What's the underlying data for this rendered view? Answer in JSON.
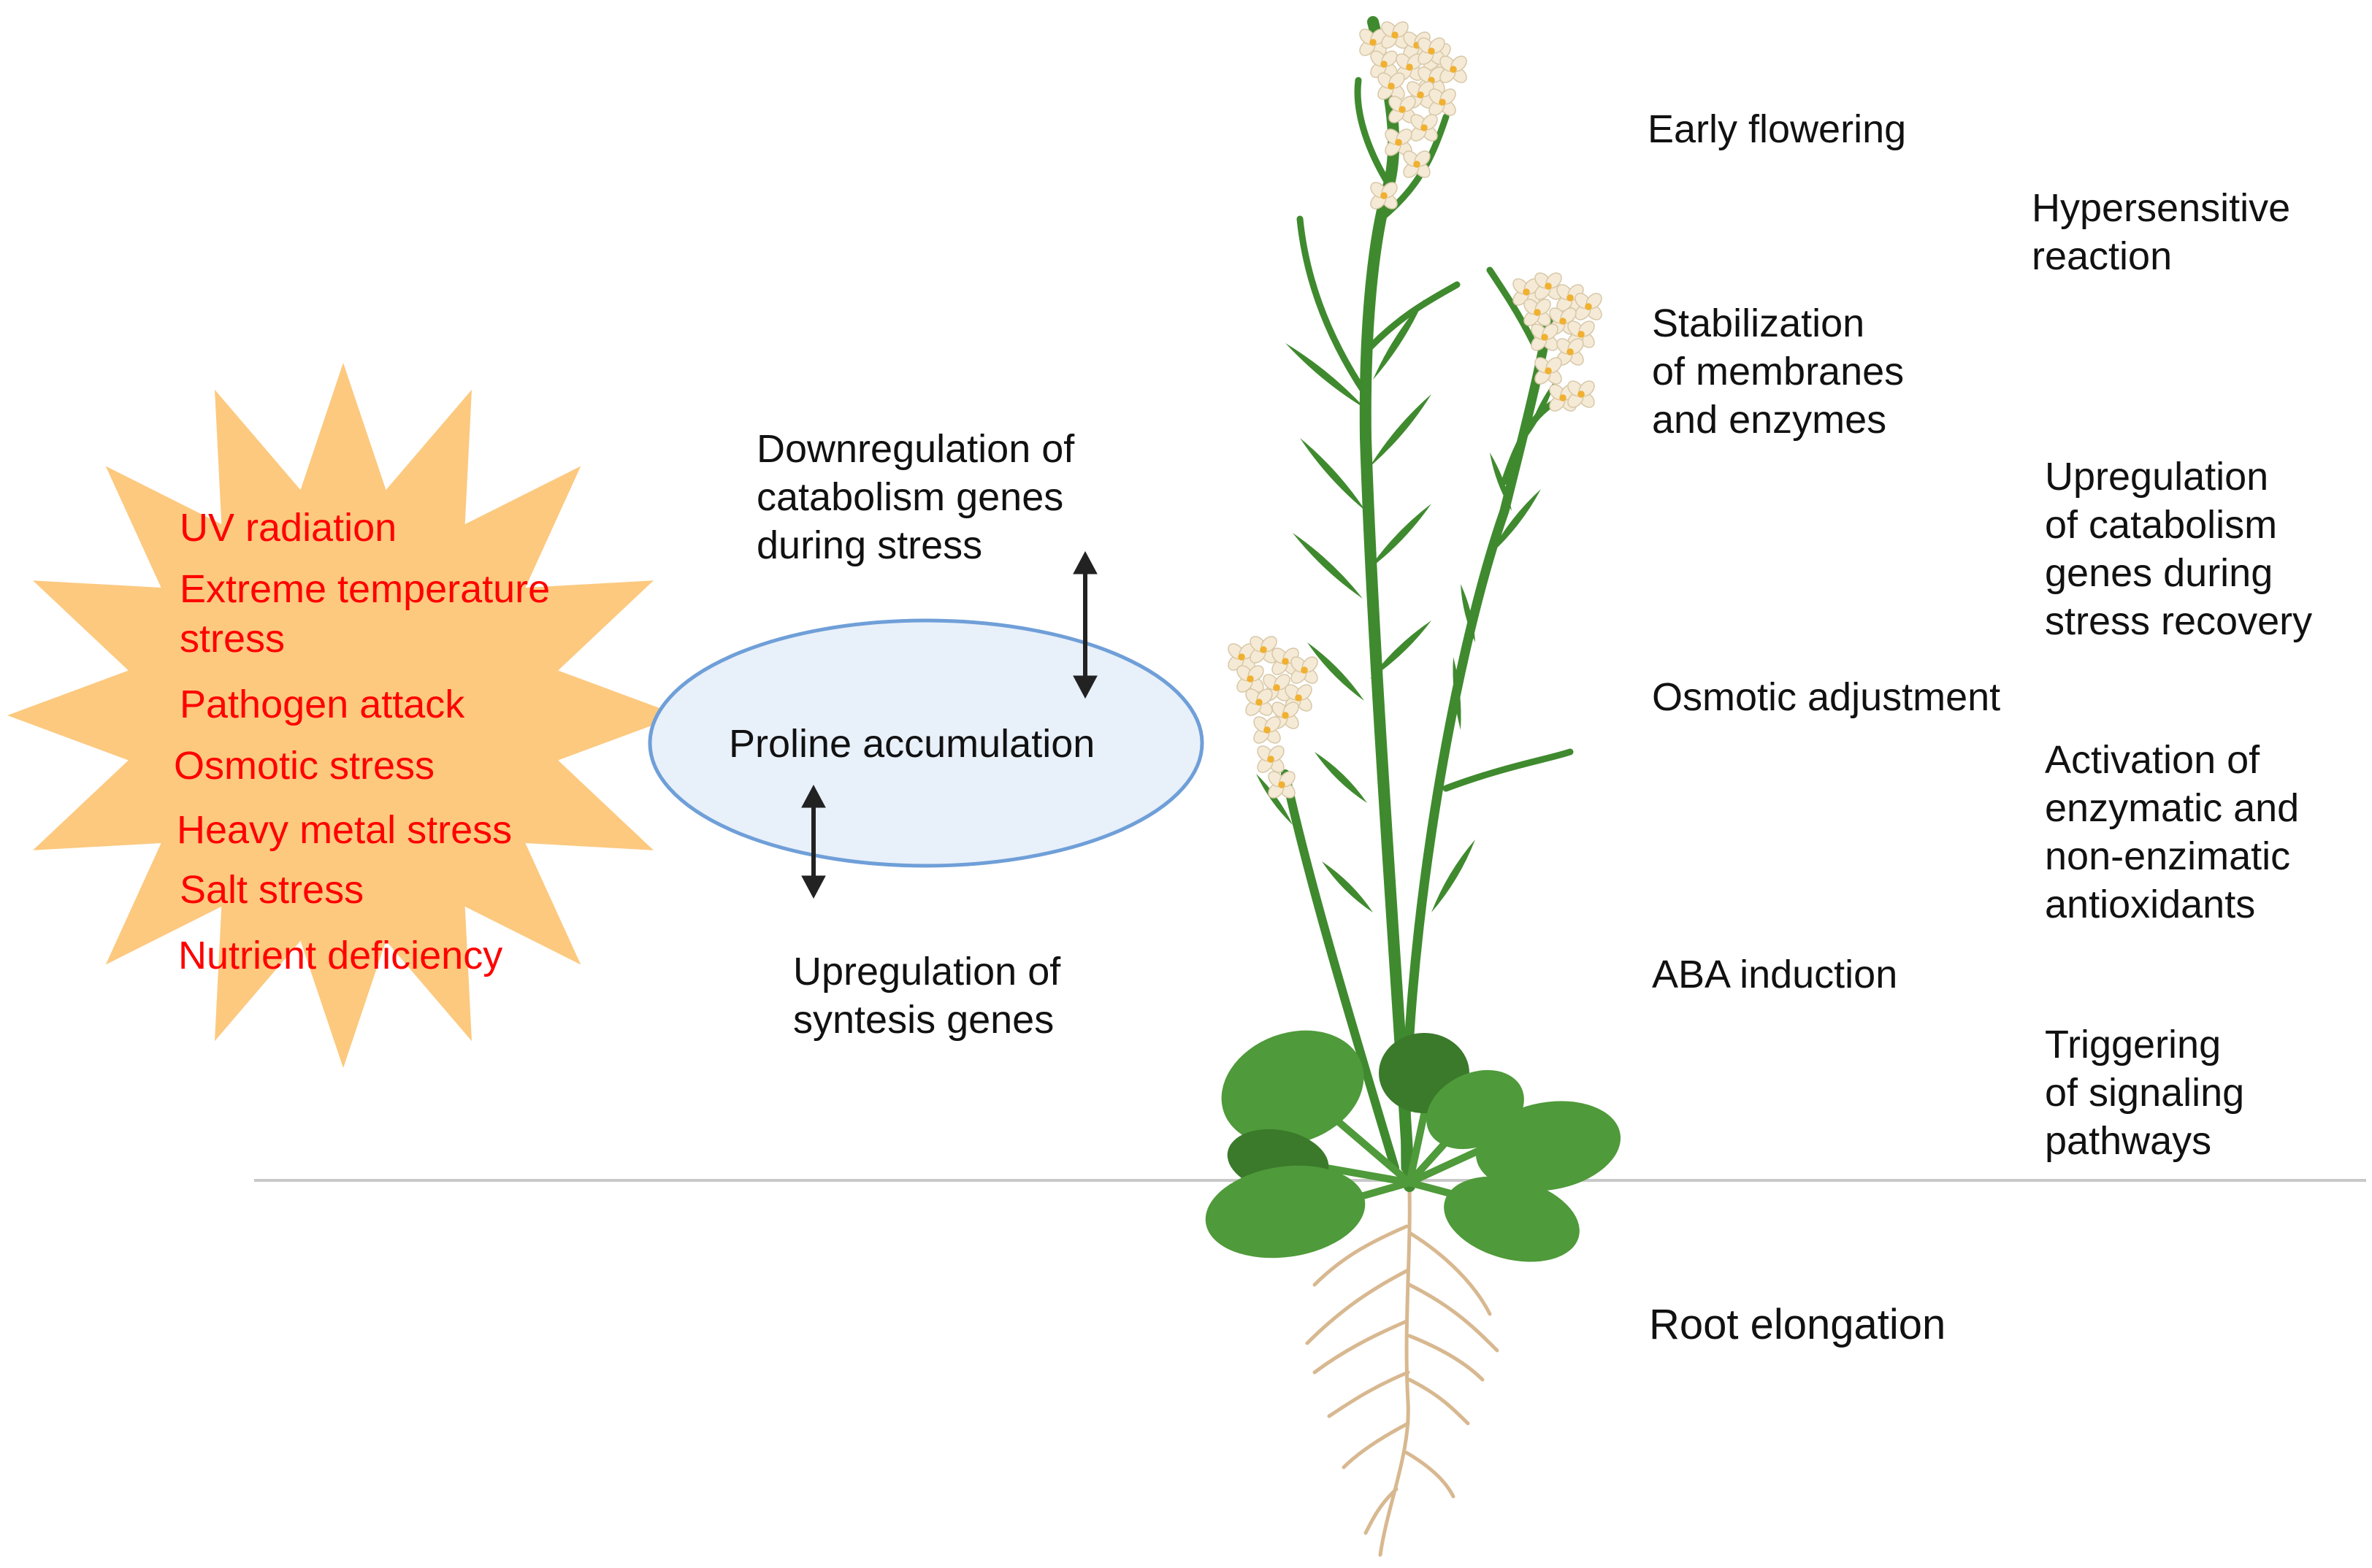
{
  "stressors": {
    "color": "#ff0000",
    "burst_color": "#fcc97f",
    "items": [
      "UV radiation",
      "Extreme temperature",
      "stress",
      "Pathogen attack",
      "Osmotic stress",
      "Heavy metal stress",
      "Salt stress",
      "Nutrient deficiency"
    ]
  },
  "center": {
    "ellipse_fill": "#e8f0fa",
    "ellipse_stroke": "#6f9fd8",
    "label": "Proline accumulation",
    "top_text": [
      "Downregulation of",
      "catabolism genes",
      "during stress"
    ],
    "bottom_text": [
      "Upregulation of",
      "syntesis genes"
    ]
  },
  "effects": {
    "early_flowering": [
      "Early flowering"
    ],
    "hypersensitive": [
      "Hypersensitive",
      "reaction"
    ],
    "stabilization": [
      "Stabilization",
      "of membranes",
      "and enzymes"
    ],
    "upregulation_recovery": [
      "Upregulation",
      "of catabolism",
      "genes during",
      "stress recovery"
    ],
    "osmotic": [
      "Osmotic adjustment"
    ],
    "antioxidants": [
      "Activation of",
      "enzymatic and",
      "non-enzimatic",
      "antioxidants"
    ],
    "aba": [
      "ABA induction"
    ],
    "signaling": [
      "Triggering",
      "of signaling",
      "pathways"
    ],
    "root": [
      "Root elongation"
    ]
  },
  "plant": {
    "stem_color": "#3f8a2e",
    "leaf_color": "#4f9a3a",
    "leaf_dark": "#3a7a2a",
    "flower_color": "#f5ead6",
    "flower_center": "#f0b030",
    "root_color": "#d8b890"
  },
  "soil_line_color": "#c8c8c8"
}
